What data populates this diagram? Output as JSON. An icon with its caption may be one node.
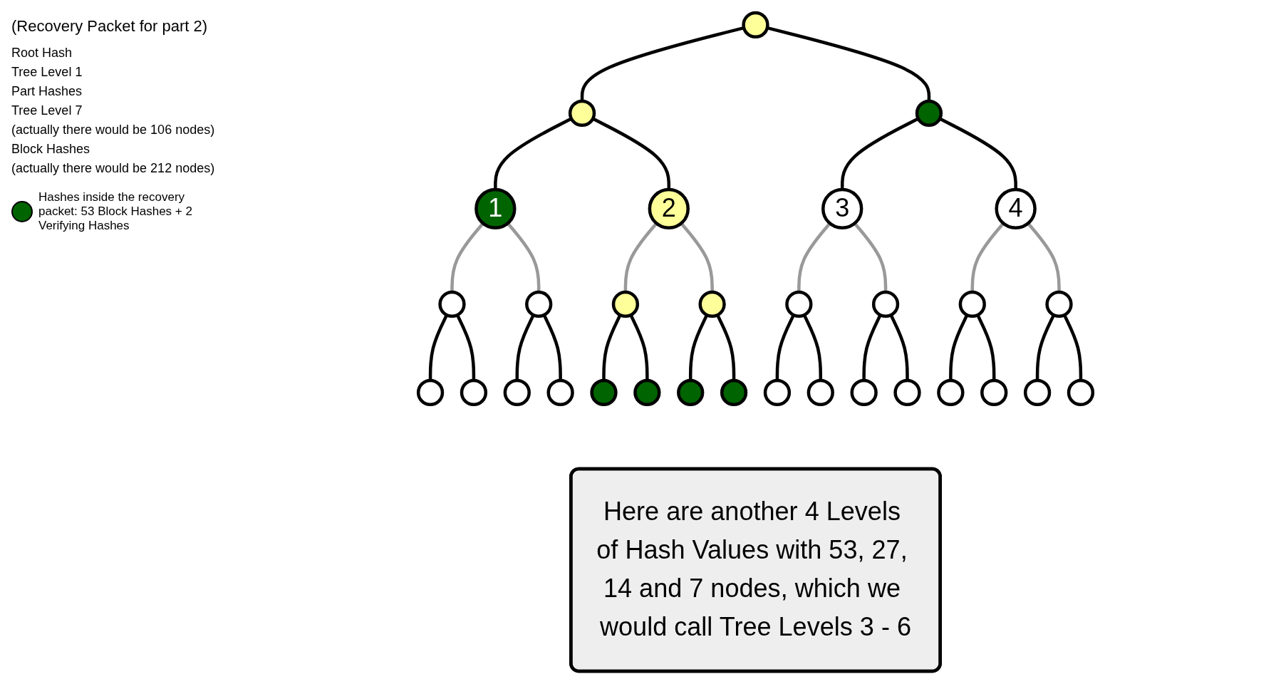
{
  "diagram": {
    "title": "(Recovery Packet for part 2)",
    "nodes": [
      {
        "text": [],
        "shape": "circle"
      },
      {
        "text": [],
        "shape": "circle"
      },
      {
        "text": [],
        "shape": "circle"
      },
      {
        "text": [
          "1"
        ]
      },
      {
        "text": [
          "2"
        ]
      },
      {
        "text": [
          "3"
        ]
      },
      {
        "text": [
          "4"
        ]
      },
      {
        "text": [
          "Here are another 4 Levels of Hash Values with 53, 27, 14 and 7 nodes, which we would call Tree Levels 3 - 6"
        ]
      },
      {
        "text": [],
        "shape": "circle"
      },
      {
        "text": [],
        "shape": "circle"
      },
      {
        "text": [],
        "shape": "circle"
      },
      {
        "text": [],
        "shape": "circle"
      },
      {
        "text": [],
        "shape": "circle"
      },
      {
        "text": [],
        "shape": "circle"
      },
      {
        "text": [],
        "shape": "circle"
      },
      {
        "text": [],
        "shape": "circle"
      },
      {
        "text": [],
        "shape": "circle"
      },
      {
        "text": [],
        "shape": "circle"
      },
      {
        "text": [],
        "shape": "circle"
      },
      {
        "text": [],
        "shape": "circle"
      },
      {
        "text": [],
        "shape": "circle"
      },
      {
        "text": [],
        "shape": "circle"
      },
      {
        "text": [],
        "shape": "circle"
      },
      {
        "text": [],
        "shape": "circle"
      },
      {
        "text": [],
        "shape": "circle"
      },
      {
        "text": [],
        "shape": "circle"
      },
      {
        "text": [],
        "shape": "circle"
      },
      {
        "text": [],
        "shape": "circle"
      },
      {
        "text": [],
        "shape": "circle"
      },
      {
        "text": [],
        "shape": "circle"
      },
      {
        "text": [],
        "shape": "circle"
      },
      {
        "text": [],
        "shape": "circle"
      }
    ],
    "edges": [
      {
        "from": 0,
        "to": 1,
        "arrow": "none"
      },
      {
        "from": 0,
        "to": 2,
        "arrow": "none"
      },
      {
        "from": 1,
        "to": 3,
        "arrow": "none"
      },
      {
        "from": 1,
        "to": 4,
        "arrow": "none"
      },
      {
        "from": 2,
        "to": 5,
        "arrow": "none"
      },
      {
        "from": 2,
        "to": 6,
        "arrow": "none"
      },
      {
        "from": 3,
        "to": 8,
        "arrow": "none",
        "color": "#999999"
      },
      {
        "from": 3,
        "to": 9,
        "arrow": "none",
        "color": "#999999"
      },
      {
        "from": 4,
        "to": 10,
        "arrow": "none",
        "color": "#999999"
      },
      {
        "from": 4,
        "to": 11,
        "arrow": "none",
        "color": "#999999"
      },
      {
        "from": 5,
        "to": 12,
        "arrow": "none",
        "color": "#999999"
      },
      {
        "from": 5,
        "to": 13,
        "arrow": "none",
        "color": "#999999"
      },
      {
        "from": 6,
        "to": 14,
        "arrow": "none",
        "color": "#999999"
      },
      {
        "from": 6,
        "to": 15,
        "arrow": "none",
        "color": "#999999"
      },
      {
        "from": 8,
        "to": 16,
        "arrow": "none"
      },
      {
        "from": 8,
        "to": 17,
        "arrow": "none"
      },
      {
        "from": 9,
        "to": 18,
        "arrow": "none"
      },
      {
        "from": 9,
        "to": 19,
        "arrow": "none"
      },
      {
        "from": 10,
        "to": 20,
        "arrow": "none"
      },
      {
        "from": 10,
        "to": 21,
        "arrow": "none"
      },
      {
        "from": 11,
        "to": 22,
        "arrow": "none"
      },
      {
        "from": 11,
        "to": 23,
        "arrow": "none"
      },
      {
        "from": 12,
        "to": 24,
        "arrow": "none"
      },
      {
        "from": 12,
        "to": 25,
        "arrow": "none"
      },
      {
        "from": 13,
        "to": 26,
        "arrow": "none"
      },
      {
        "from": 13,
        "to": 27,
        "arrow": "none"
      },
      {
        "from": 14,
        "to": 28,
        "arrow": "none"
      },
      {
        "from": 14,
        "to": 29,
        "arrow": "none"
      },
      {
        "from": 15,
        "to": 30,
        "arrow": "none"
      },
      {
        "from": 15,
        "to": 31,
        "arrow": "none"
      }
    ],
    "labels": [
      "Root Hash",
      "Tree Level 1",
      "Part Hashes",
      "Tree Level 7",
      "(actually there would be 106 nodes)",
      "Block Hashes",
      "(actually there would be 212 nodes)"
    ],
    "legend": [
      {
        "text": "Hashes inside the recovery packet: 53 Block Hashes + 2 Verifying Hashes",
        "color": "#006400"
      }
    ]
  }
}
